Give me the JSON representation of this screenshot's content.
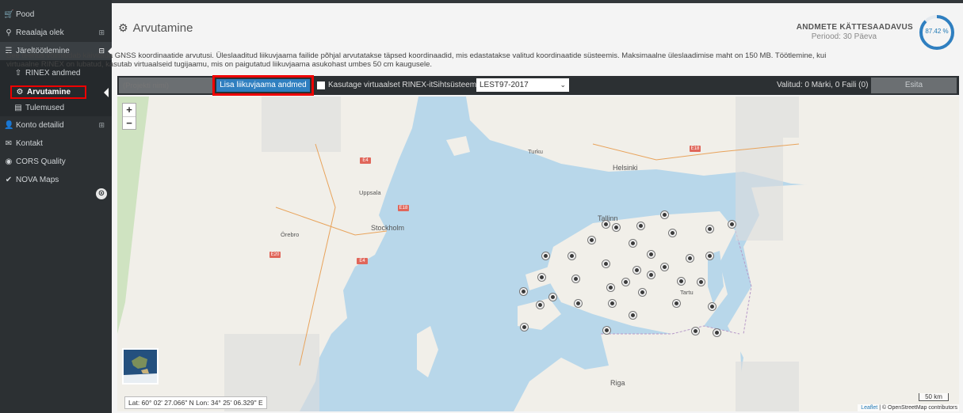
{
  "sidebar": {
    "items": [
      {
        "label": "Pood",
        "icon": "cart-icon"
      },
      {
        "label": "Reaalaja olek",
        "icon": "location-icon",
        "expander": "⊞"
      },
      {
        "label": "Järeltöötlemine",
        "icon": "layers-icon",
        "expander": "⊟"
      },
      {
        "label": "Konto detailid",
        "icon": "user-icon",
        "expander": "⊞"
      },
      {
        "label": "Kontakt",
        "icon": "contact-icon"
      },
      {
        "label": "CORS Quality",
        "icon": "quality-icon"
      },
      {
        "label": "NOVA Maps",
        "icon": "check-icon"
      }
    ],
    "subitems": [
      {
        "label": "RINEX andmed",
        "icon": "upload-icon"
      },
      {
        "label": "Arvutamine",
        "icon": "gear-icon"
      },
      {
        "label": "Tulemused",
        "icon": "table-icon"
      }
    ],
    "collapse_icon": "⊙"
  },
  "header": {
    "title": "Arvutamine",
    "description": "See teenus võimaldab käivitada GNSS koordinaatide arvutusi. Üleslaaditud liikuvjaama failide põhjal arvutatakse täpsed koordinaadid, mis edastatakse valitud koordinaatide süsteemis. Maksimaalne üleslaadimise maht on 150 MB. Töötlemine, kui virtuaalne RINEX on lubatud, kasutab virtuaalseid tugijaamu, mis on paigutatud liikuvjaama asukohast umbes 50 cm kaugusele.",
    "availability_title": "ANDMETE KÄTTESAADAVUS",
    "period": "Periood: 30 Päeva",
    "availability_value": "87.42 %",
    "availability_fraction": 0.8742
  },
  "toolbar": {
    "project_placeholder": "(Projekti nimi)",
    "add_button": "Lisa liikuvjaama andmed",
    "virtual_label": "Kasutage virtuaalset RINEX-it",
    "system_label": "Sihtsüsteem:",
    "system_value": "LEST97-2017",
    "selected_text": "Valitud:  0 Märki, 0 Faili (0)",
    "submit_button": "Esita"
  },
  "map": {
    "coords": "Lat: 60° 02' 27.066\" N Lon: 34° 25' 06.329\" E",
    "scale": "50 km",
    "attribution_leaflet": "Leaflet",
    "attribution_osm": "| © OpenStreetMap contributors",
    "labels": {
      "helsinki": "Helsinki",
      "tallinn": "Tallinn",
      "stockholm": "Stockholm",
      "riga": "Riga",
      "uppsala": "Uppsala",
      "turku": "Turku",
      "tartu": "Tartu",
      "orebro": "Örebro"
    },
    "colors": {
      "sea": "#b8d7ea",
      "land": "#f1efe9",
      "forest": "#cfe3c1"
    }
  }
}
